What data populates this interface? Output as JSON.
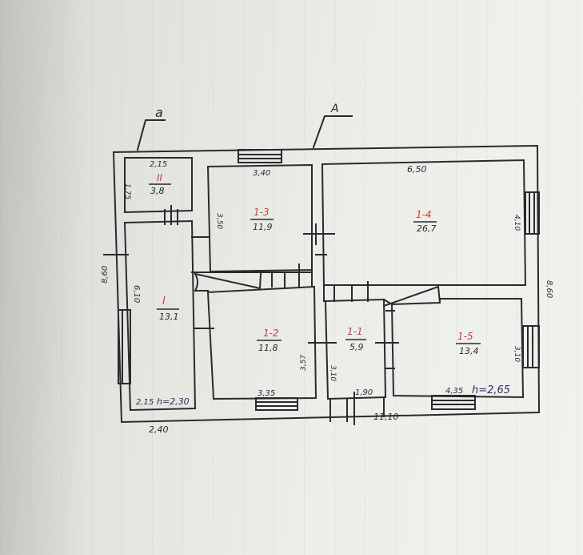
{
  "drawing": {
    "type": "floor plan sketch",
    "axis_labels": {
      "left_marker": "a",
      "top_marker": "A"
    },
    "ink_colors": {
      "lines": "#2a2a2e",
      "room_numbers": "#c8413a",
      "notes": "#2a2f6a"
    },
    "rooms": [
      {
        "id": "II",
        "area": "3,8",
        "width": "2,15",
        "depth": "1,75"
      },
      {
        "id": "1-3",
        "area": "11,9",
        "width": "3,40",
        "depth": "3,50"
      },
      {
        "id": "1-4",
        "area": "26,7",
        "width": "6,50",
        "depth": "4,10"
      },
      {
        "id": "I",
        "area": "13,1",
        "width": "2,15",
        "depth": "6,10"
      },
      {
        "id": "1-2",
        "area": "11,8",
        "width": "3,35",
        "depth": "3,57"
      },
      {
        "id": "1-1",
        "area": "5,9",
        "width": "1,90",
        "depth": "3,10"
      },
      {
        "id": "1-5",
        "area": "13,4",
        "width": "4,35",
        "depth": "3,10"
      }
    ],
    "overall_dimensions": {
      "total_length": "11,10",
      "total_depth_right": "8,60",
      "total_depth_left": "8,60",
      "annex_width": "2,40"
    },
    "height_notes": {
      "annex": "h=2,30",
      "main": "h=2,65"
    }
  }
}
